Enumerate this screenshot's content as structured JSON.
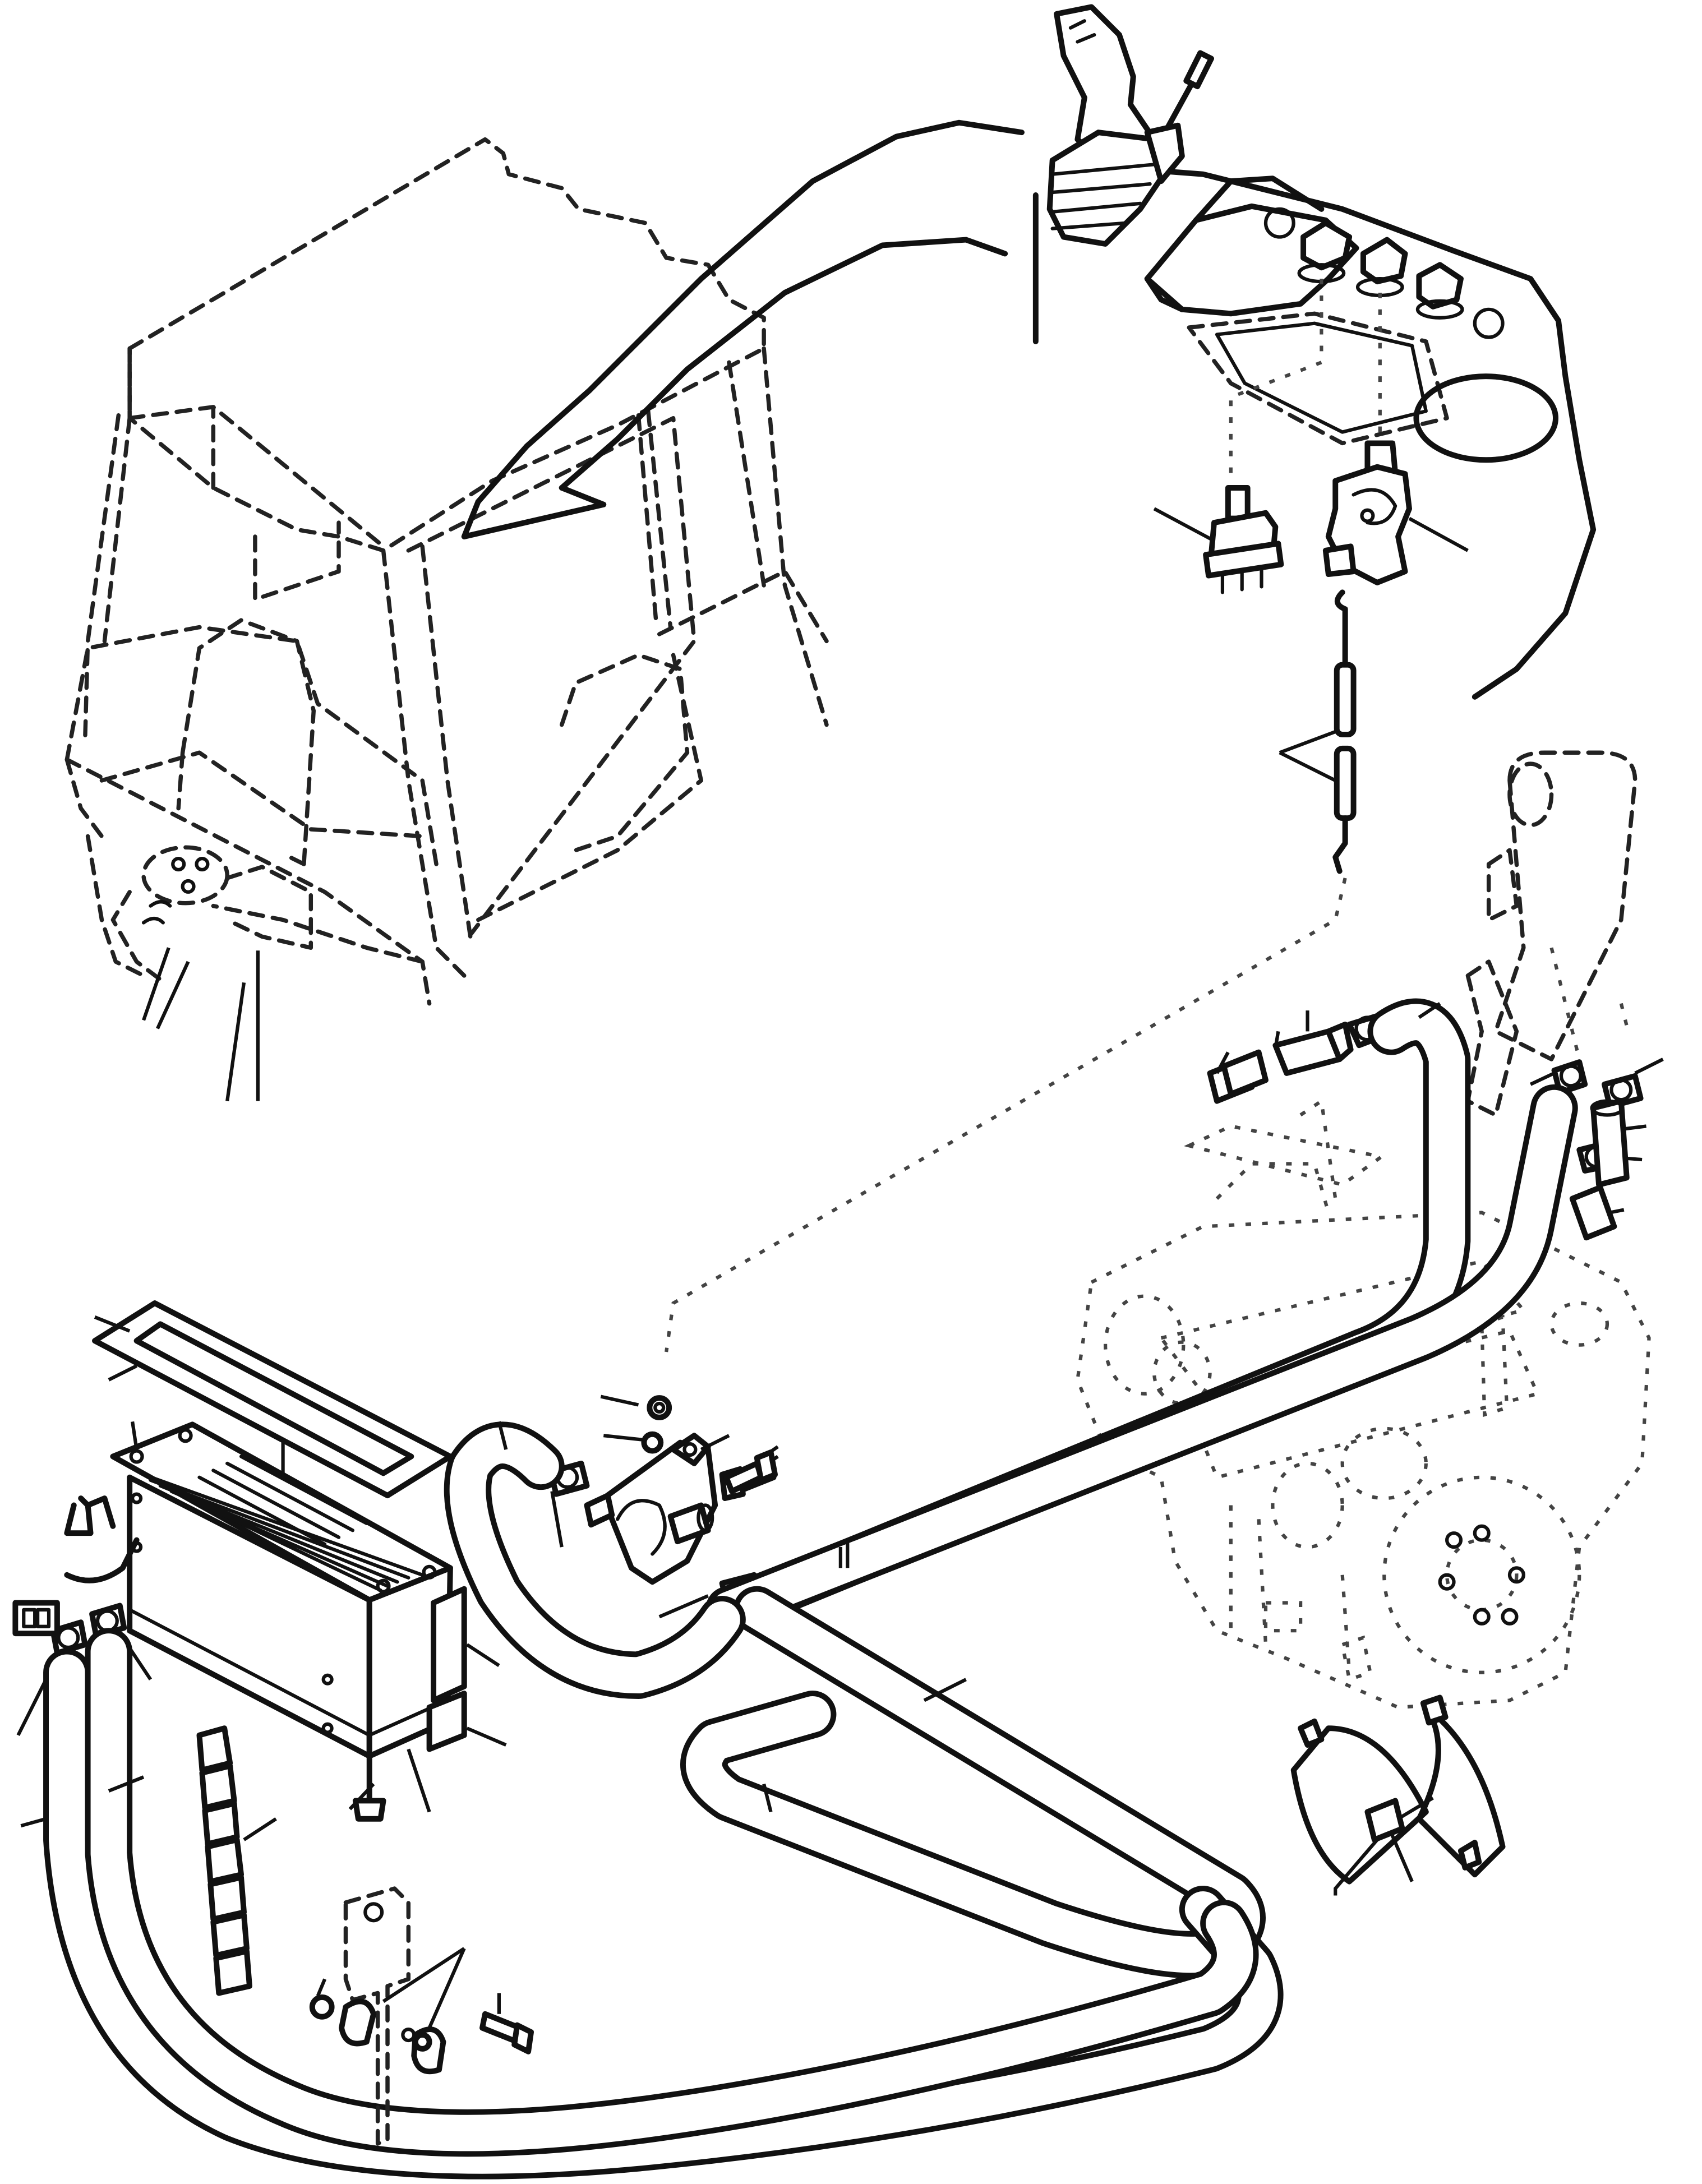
{
  "diagram": {
    "type": "exploded-parts-illustration",
    "text_labels": [],
    "callout_numbers_printed": false,
    "parts": [
      {
        "id": "cab",
        "icon": "cab-outline"
      },
      {
        "id": "joystick",
        "icon": "joystick"
      },
      {
        "id": "console",
        "icon": "control-console"
      },
      {
        "id": "rocker-switch",
        "icon": "rocker-switch"
      },
      {
        "id": "valve-lever",
        "icon": "lever-bracket"
      },
      {
        "id": "control-rod",
        "icon": "control-rod"
      },
      {
        "id": "inlet-pipe",
        "icon": "bent-pipe"
      },
      {
        "id": "engine",
        "icon": "engine-block"
      },
      {
        "id": "heater-valve",
        "icon": "heater-valve"
      },
      {
        "id": "heater-core",
        "icon": "heater-matrix"
      },
      {
        "id": "gasket",
        "icon": "frame-gasket"
      },
      {
        "id": "hoses",
        "icon": "coolant-hose"
      },
      {
        "id": "hose-clamps",
        "icon": "hose-clamp"
      },
      {
        "id": "cable-ties",
        "icon": "cable-tie"
      },
      {
        "id": "spiral-wrap",
        "icon": "spiral-wrap"
      },
      {
        "id": "mount-bracket",
        "icon": "bracket"
      },
      {
        "id": "bolts",
        "icon": "bolt"
      },
      {
        "id": "connector",
        "icon": "electrical-connector"
      }
    ]
  }
}
